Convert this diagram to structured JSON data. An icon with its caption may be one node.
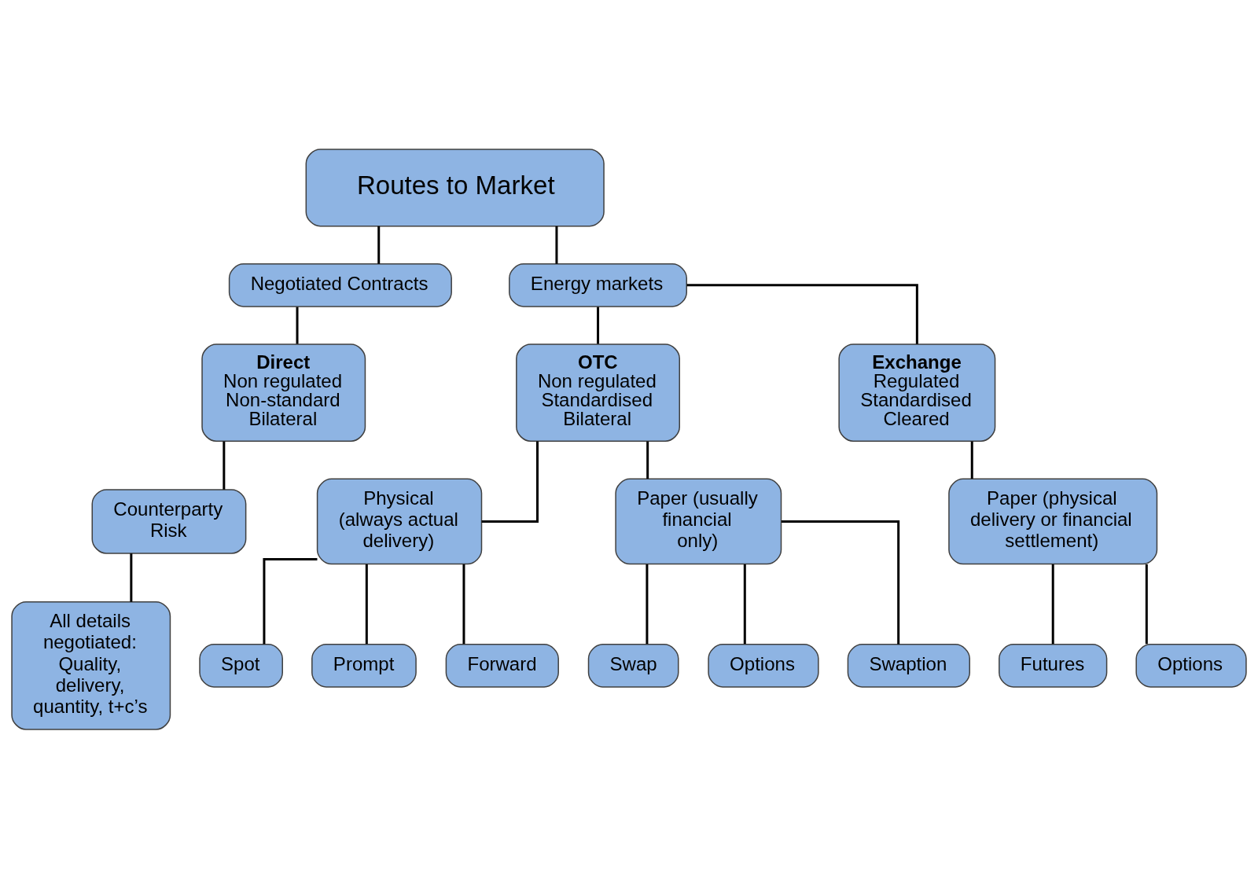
{
  "diagram": {
    "nodes": [
      {
        "text": [
          "Routes to Market"
        ]
      },
      {
        "text": [
          "Negotiated Contracts"
        ]
      },
      {
        "text": [
          "Energy markets"
        ]
      },
      {
        "text": [
          "Direct",
          "Non regulated Non-standard Bilateral"
        ]
      },
      {
        "text": [
          "OTC",
          "Non regulated Standardised Bilateral"
        ]
      },
      {
        "text": [
          "Exchange",
          "Regulated Standardised Cleared"
        ]
      },
      {
        "text": [
          "Counterparty Risk"
        ]
      },
      {
        "text": [
          "All details negotiated: Quality, delivery, quantity, t+c’s"
        ]
      },
      {
        "text": [
          "Physical (always actual delivery)"
        ]
      },
      {
        "text": [
          "Paper (usually financial only)"
        ]
      },
      {
        "text": [
          "Paper (physical delivery or financial settlement)"
        ]
      },
      {
        "text": [
          "Spot"
        ]
      },
      {
        "text": [
          "Prompt"
        ]
      },
      {
        "text": [
          "Forward"
        ]
      },
      {
        "text": [
          "Swap"
        ]
      },
      {
        "text": [
          "Options"
        ]
      },
      {
        "text": [
          "Swaption"
        ]
      },
      {
        "text": [
          "Futures"
        ]
      },
      {
        "text": [
          "Options"
        ]
      }
    ],
    "edges": [
      {
        "from": 0,
        "to": 1,
        "arrow": "none"
      },
      {
        "from": 0,
        "to": 2,
        "arrow": "none"
      },
      {
        "from": 1,
        "to": 3,
        "arrow": "none"
      },
      {
        "from": 2,
        "to": 4,
        "arrow": "none"
      },
      {
        "from": 2,
        "to": 5,
        "arrow": "none"
      },
      {
        "from": 3,
        "to": 6,
        "arrow": "none"
      },
      {
        "from": 6,
        "to": 7,
        "arrow": "none"
      },
      {
        "from": 4,
        "to": 8,
        "arrow": "none"
      },
      {
        "from": 4,
        "to": 9,
        "arrow": "none"
      },
      {
        "from": 5,
        "to": 10,
        "arrow": "none"
      },
      {
        "from": 8,
        "to": 11,
        "arrow": "none"
      },
      {
        "from": 8,
        "to": 12,
        "arrow": "none"
      },
      {
        "from": 8,
        "to": 13,
        "arrow": "none"
      },
      {
        "from": 9,
        "to": 14,
        "arrow": "none"
      },
      {
        "from": 9,
        "to": 15,
        "arrow": "none"
      },
      {
        "from": 9,
        "to": 16,
        "arrow": "none"
      },
      {
        "from": 10,
        "to": 17,
        "arrow": "none"
      },
      {
        "from": 10,
        "to": 18,
        "arrow": "none"
      }
    ]
  }
}
